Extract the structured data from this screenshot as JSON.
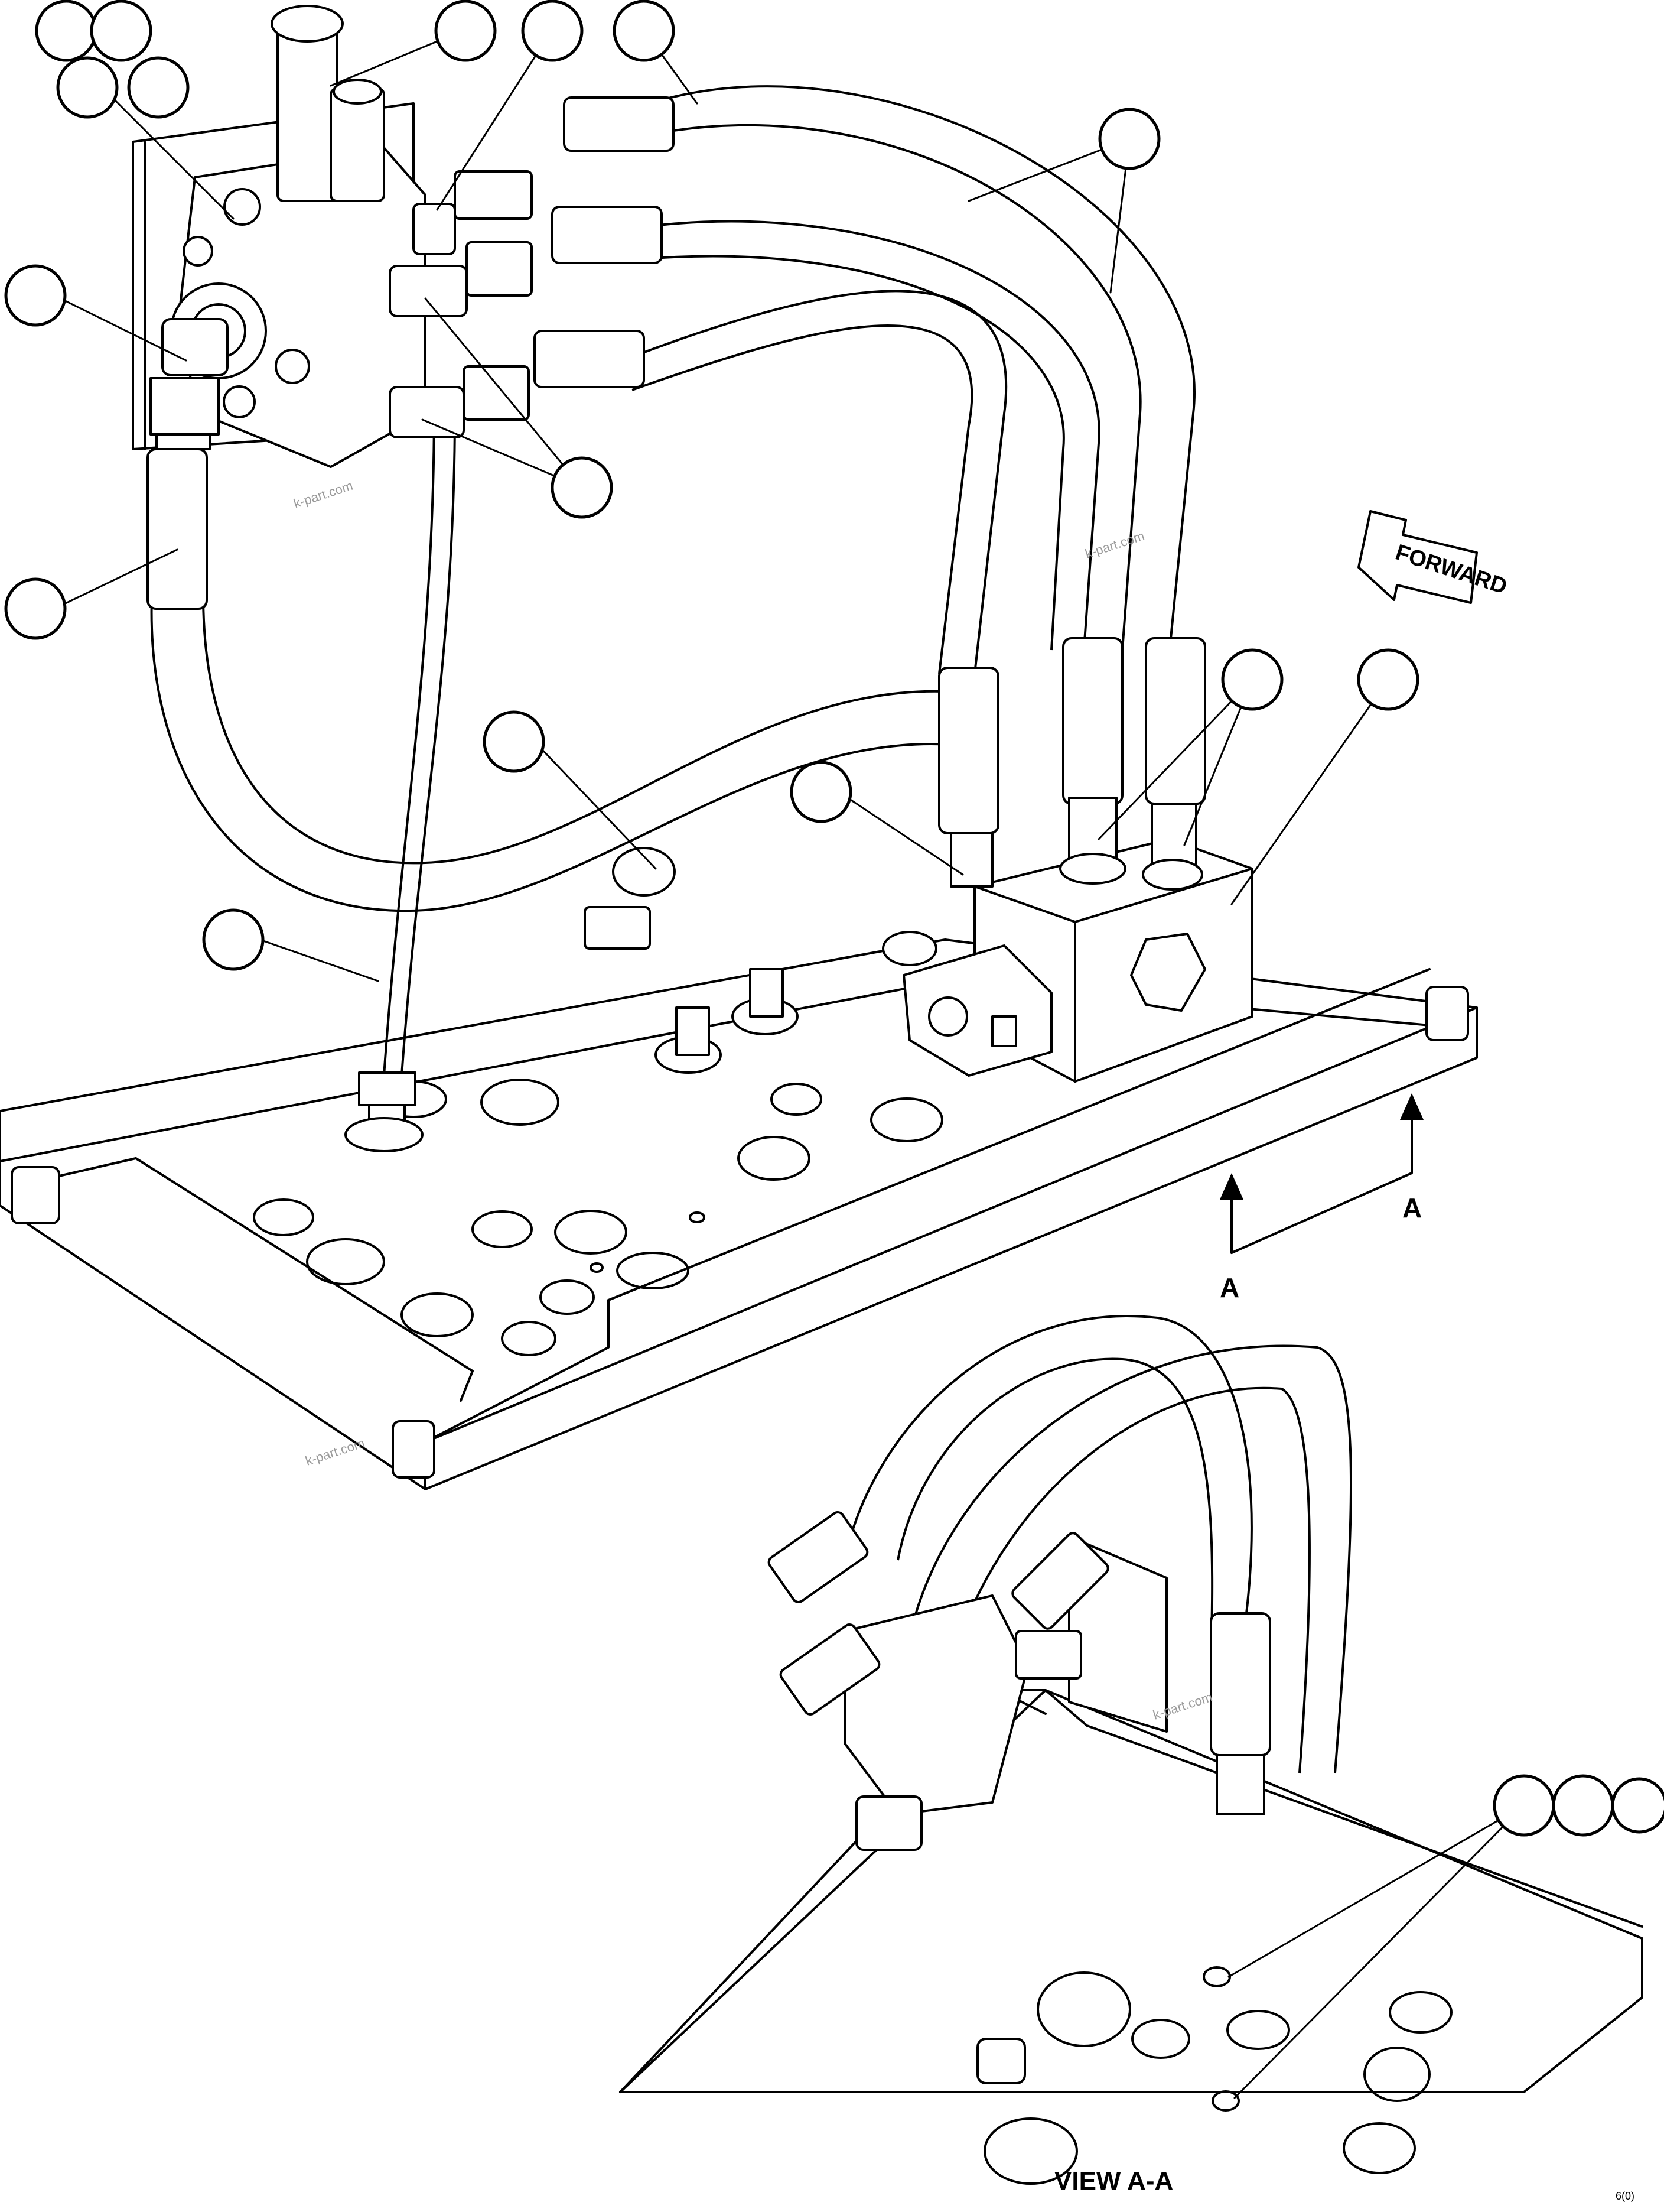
{
  "diagram": {
    "direction_label": "FORWARD",
    "section_label_left": "A",
    "section_label_right": "A",
    "view_title": "VIEW A-A",
    "corner_code": "6(0)",
    "watermarks": [
      "k-part.com",
      "k-part.com",
      "k-part.com",
      "k-part.com"
    ]
  }
}
